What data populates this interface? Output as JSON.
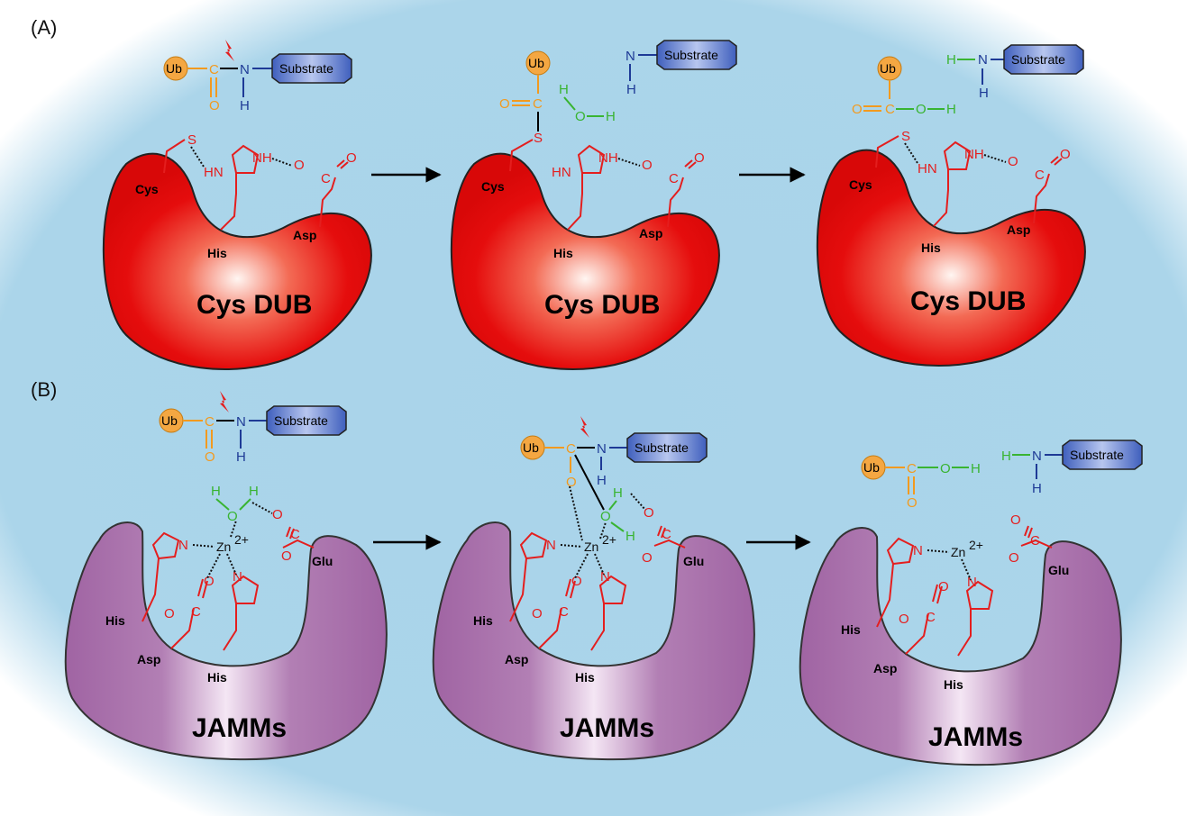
{
  "panels": {
    "a": {
      "label": "(A)",
      "enzyme": "Cys DUB",
      "residues": {
        "cys": "Cys",
        "his": "His",
        "asp": "Asp"
      }
    },
    "b": {
      "label": "(B)",
      "enzyme": "JAMMs",
      "residues": {
        "his": "His",
        "asp": "Asp",
        "glu": "Glu"
      }
    }
  },
  "chem": {
    "ub": "Ub",
    "substrate": "Substrate",
    "c": "C",
    "o": "O",
    "n": "N",
    "h": "H",
    "s": "S",
    "nh": "NH",
    "hn": "HN",
    "zn": "Zn",
    "zn_charge": "2+"
  },
  "colors": {
    "background": "#a9d4ea",
    "cys_dub": "#e60d0d",
    "jamm": "#a46aa6",
    "ub": "#f4a742",
    "substrate": "#4a67c0",
    "red_atoms": "#e41e1e",
    "orange_atoms": "#f29a1f",
    "green_atoms": "#39b432",
    "blue_atoms": "#1e3a96"
  }
}
